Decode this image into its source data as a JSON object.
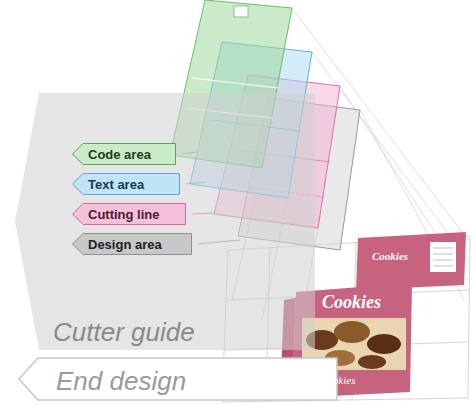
{
  "diagram": {
    "nodes": [
      {
        "text": [
          "Cutter guide"
        ]
      },
      {
        "text": [
          "Code area"
        ],
        "in": 0
      },
      {
        "text": [
          "Text area"
        ],
        "in": 0
      },
      {
        "text": [
          "Cutting line"
        ],
        "in": 0
      },
      {
        "text": [
          "Design area"
        ],
        "in": 0
      },
      {
        "text": [
          "End design"
        ]
      }
    ],
    "labels": [
      "Cookies",
      "Cookies",
      "Cookies"
    ]
  }
}
